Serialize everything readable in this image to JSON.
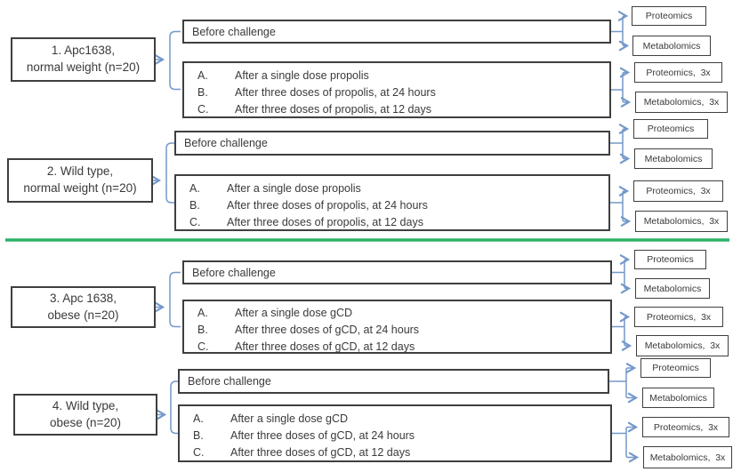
{
  "colors": {
    "connector_blue": "#7398c9",
    "divider_green": "#2db366",
    "box_border": "#3f3f3f"
  },
  "groups": [
    {
      "label_line1": "1. Apc1638,",
      "label_line2": "normal weight (n=20)",
      "before": {
        "label": "Before challenge",
        "outputs": [
          "Proteomics",
          "Metabolomics"
        ]
      },
      "after": {
        "items": [
          {
            "marker": "A.",
            "text": "After a single dose propolis"
          },
          {
            "marker": "B.",
            "text": "After three doses of propolis, at 24 hours"
          },
          {
            "marker": "C.",
            "text": "After three doses of propolis, at 12 days"
          }
        ],
        "outputs": [
          "Proteomics,  3x",
          "Metabolomics,  3x"
        ]
      }
    },
    {
      "label_line1": "2. Wild type,",
      "label_line2": "normal weight (n=20)",
      "before": {
        "label": "Before challenge",
        "outputs": [
          "Proteomics",
          "Metabolomics"
        ]
      },
      "after": {
        "items": [
          {
            "marker": "A.",
            "text": "After a single dose propolis"
          },
          {
            "marker": "B.",
            "text": "After three doses of propolis, at 24 hours"
          },
          {
            "marker": "C.",
            "text": "After three doses of propolis, at 12 days"
          }
        ],
        "outputs": [
          "Proteomics,  3x",
          "Metabolomics,  3x"
        ]
      }
    },
    {
      "label_line1": "3. Apc 1638,",
      "label_line2": "obese (n=20)",
      "before": {
        "label": "Before challenge",
        "outputs": [
          "Proteomics",
          "Metabolomics"
        ]
      },
      "after": {
        "items": [
          {
            "marker": "A.",
            "text": "After a single dose gCD"
          },
          {
            "marker": "B.",
            "text": "After three doses of gCD, at 24 hours"
          },
          {
            "marker": "C.",
            "text": "After three doses of gCD, at 12 days"
          }
        ],
        "outputs": [
          "Proteomics,  3x",
          "Metabolomics,  3x"
        ]
      }
    },
    {
      "label_line1": "4. Wild type,",
      "label_line2": "obese (n=20)",
      "before": {
        "label": "Before challenge",
        "outputs": [
          "Proteomics",
          "Metabolomics"
        ]
      },
      "after": {
        "items": [
          {
            "marker": "A.",
            "text": "After a single dose gCD"
          },
          {
            "marker": "B.",
            "text": "After three doses of gCD, at 24 hours"
          },
          {
            "marker": "C.",
            "text": "After three doses of gCD, at 12 days"
          }
        ],
        "outputs": [
          "Proteomics,  3x",
          "Metabolomics,  3x"
        ]
      }
    }
  ]
}
